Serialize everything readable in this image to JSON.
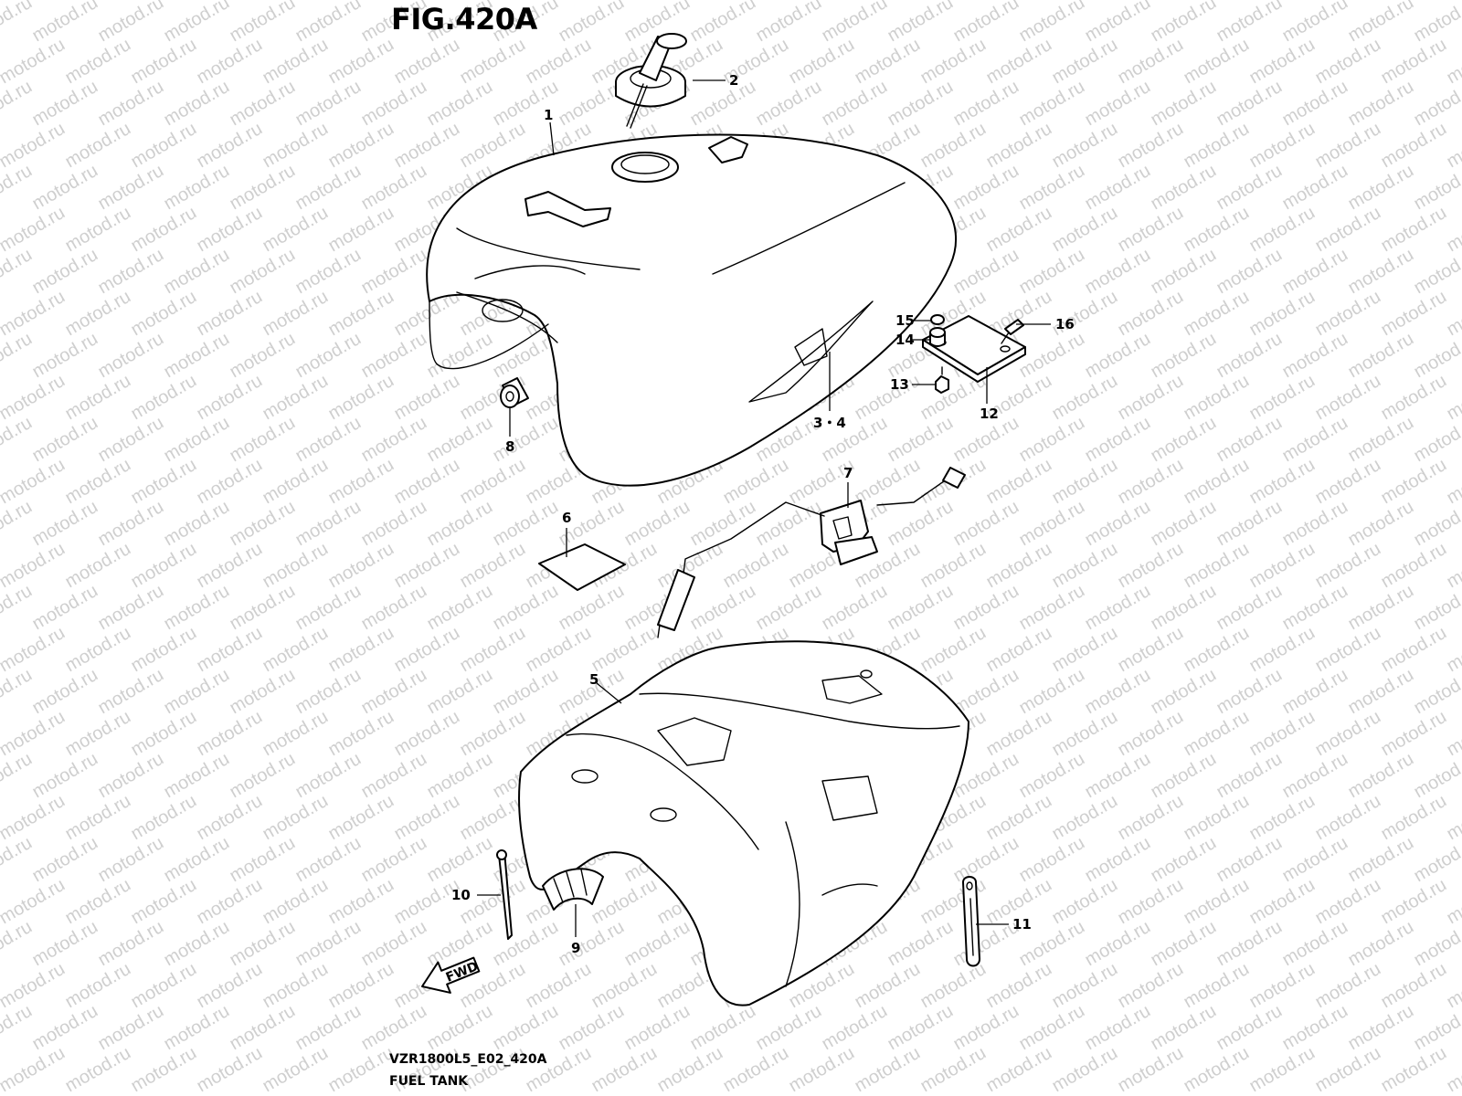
{
  "figure": {
    "title": "FIG.420A",
    "model_code": "VZR1800L5_E02_420A",
    "section_name": "FUEL TANK"
  },
  "watermark": "motod.ru",
  "fwd_arrow_label": "FWD",
  "callouts": {
    "c1": "1",
    "c2": "2",
    "c3_4": "3・4",
    "c5": "5",
    "c6": "6",
    "c7": "7",
    "c8": "8",
    "c9": "9",
    "c10": "10",
    "c11": "11",
    "c12": "12",
    "c13": "13",
    "c14": "14",
    "c15": "15",
    "c16": "16"
  }
}
